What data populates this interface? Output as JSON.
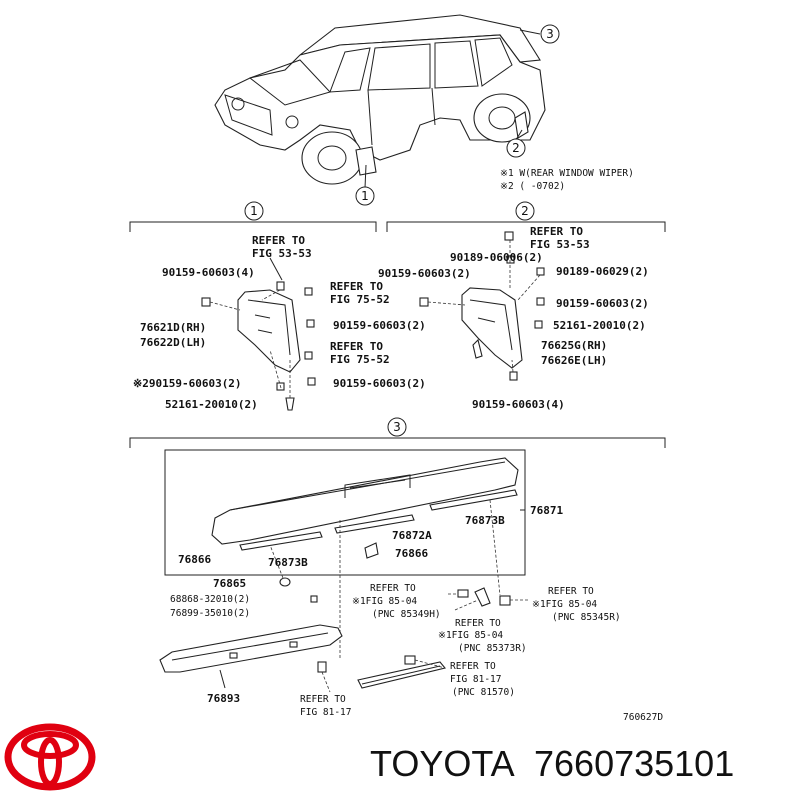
{
  "callouts": {
    "c1": "1",
    "c2": "2",
    "c3": "3"
  },
  "notes": {
    "n1": "※1 W(REAR WINDOW WIPER)",
    "n2": "※2 (        -0702)"
  },
  "section1": {
    "refer_a_1": "REFER TO",
    "refer_a_2": "FIG 53-53",
    "p1": "90159-60603(4)",
    "refer_b_1": "REFER TO",
    "refer_b_2": "FIG 75-52",
    "p2": "90159-60603(2)",
    "part_rh": "76621D(RH)",
    "part_lh": "76622D(LH)",
    "refer_c_1": "REFER TO",
    "refer_c_2": "FIG 75-52",
    "p3": "※290159-60603(2)",
    "p4": "90159-60603(2)",
    "p5": "52161-20010(2)"
  },
  "section2": {
    "refer_1": "REFER TO",
    "refer_2": "FIG 53-53",
    "p1": "90189-06006(2)",
    "p2": "90159-60603(2)",
    "p3": "90189-06029(2)",
    "p4": "90159-60603(2)",
    "p5": "52161-20010(2)",
    "part_rh": "76625G(RH)",
    "part_lh": "76626E(LH)",
    "p6": "90159-60603(4)"
  },
  "section3": {
    "p76871": "76871",
    "p76873b_r": "76873B",
    "p76872a": "76872A",
    "p76866_l": "76866",
    "p76873b_l": "76873B",
    "p76866_c": "76866",
    "p76865": "76865",
    "p68868": "68868-32010(2)",
    "p76899": "76899-35010(2)",
    "ref1_1": "REFER TO",
    "ref1_2": "※1FIG 85-04",
    "ref1_3": "(PNC 85349H)",
    "ref2_1": "REFER TO",
    "ref2_2": "※1FIG 85-04",
    "ref2_3": "(PNC 85373R)",
    "ref3_1": "REFER TO",
    "ref3_2": "※1FIG 85-04",
    "ref3_3": "(PNC 85345R)",
    "ref4_1": "REFER TO",
    "ref4_2": "FIG 81-17",
    "ref4_3": "(PNC 81570)",
    "ref5_1": "REFER TO",
    "ref5_2": "FIG 81-17",
    "p76893": "76893"
  },
  "diagram_code": "760627D",
  "footer": {
    "brand": "TOYOTA",
    "part_number": "7660735101"
  },
  "colors": {
    "logo": "#e00010",
    "ink": "#111111"
  }
}
